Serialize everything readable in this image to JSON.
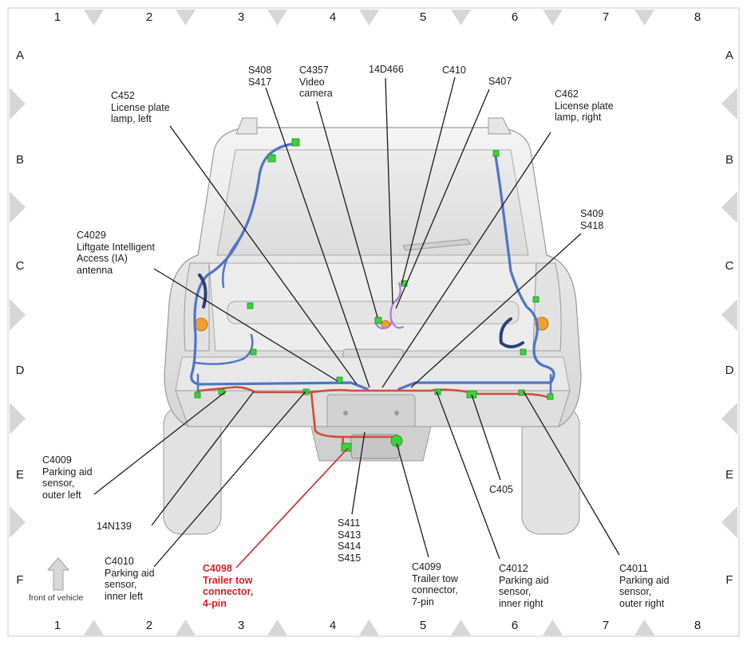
{
  "grid": {
    "columns": [
      "1",
      "2",
      "3",
      "4",
      "5",
      "6",
      "7",
      "8"
    ],
    "rows": [
      "A",
      "B",
      "C",
      "D",
      "E",
      "F"
    ]
  },
  "labels": {
    "c452": "C452\nLicense plate\nlamp, left",
    "s408": "S408\nS417",
    "c4357": "C4357\nVideo\ncamera",
    "14d466": "14D466",
    "c410": "C410",
    "s407": "S407",
    "c462": "C462\nLicense plate\nlamp, right",
    "s409": "S409\nS418",
    "c4029": "C4029\nLiftgate Intelligent\nAccess (IA)\nantenna",
    "c4009": "C4009\nParking aid\nsensor,\nouter left",
    "14n139": "14N139",
    "c4010": "C4010\nParking aid\nsensor,\ninner left",
    "c4098": "C4098\nTrailer tow\nconnector,\n4-pin",
    "s411": "S411\nS413\nS414\nS415",
    "c4099": "C4099\nTrailer tow\nconnector,\n7-pin",
    "c4012": "C4012\nParking aid\nsensor,\ninner right",
    "c405": "C405",
    "c4011": "C4011\nParking aid\nsensor,\nouter right"
  },
  "front_of_vehicle": "front of vehicle",
  "colors": {
    "harness_blue": "#4f74c8",
    "harness_red": "#d44a3a",
    "harness_purple": "#b07ad6",
    "connector_green": "#3bd23b",
    "lamp_orange": "#f0a030",
    "callout_red": "#d42222"
  }
}
